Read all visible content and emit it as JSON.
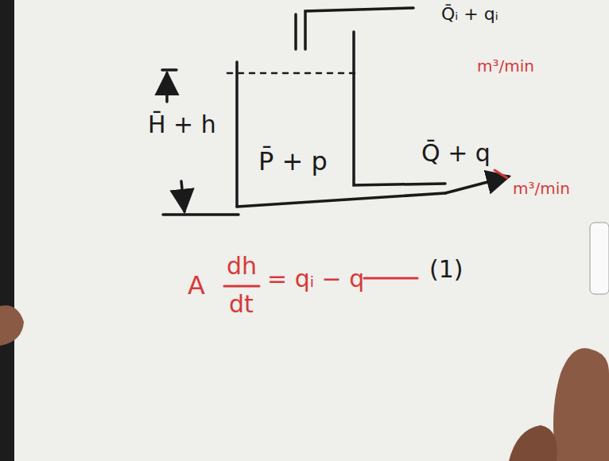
{
  "diagram": {
    "labels": [
      "Q̄ᵢ + qᵢ",
      "m³/min",
      "H̄ + h",
      "P̄ + p",
      "Q̄ + q",
      "m³/min",
      "A",
      "dh",
      "dt",
      "= qᵢ − q",
      "(1)"
    ]
  }
}
